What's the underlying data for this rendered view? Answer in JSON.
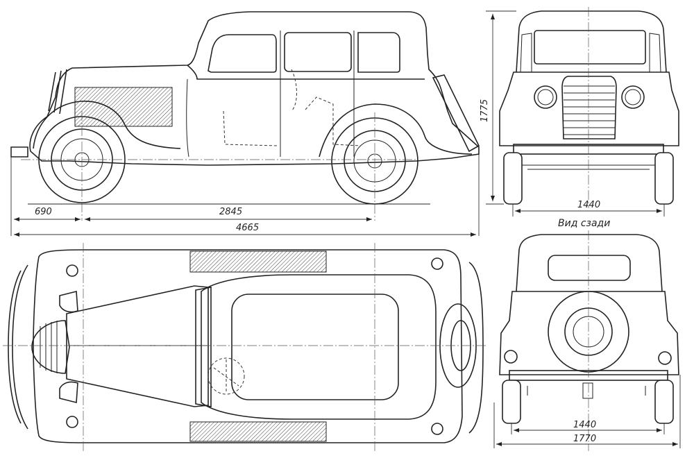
{
  "drawing": {
    "side_view": {
      "front_overhang": "690",
      "wheelbase": "2845",
      "overall_length": "4665"
    },
    "front_view": {
      "height": "1775",
      "track": "1440"
    },
    "rear_view": {
      "title": "Вид сзади",
      "track": "1440",
      "width": "1770"
    }
  }
}
